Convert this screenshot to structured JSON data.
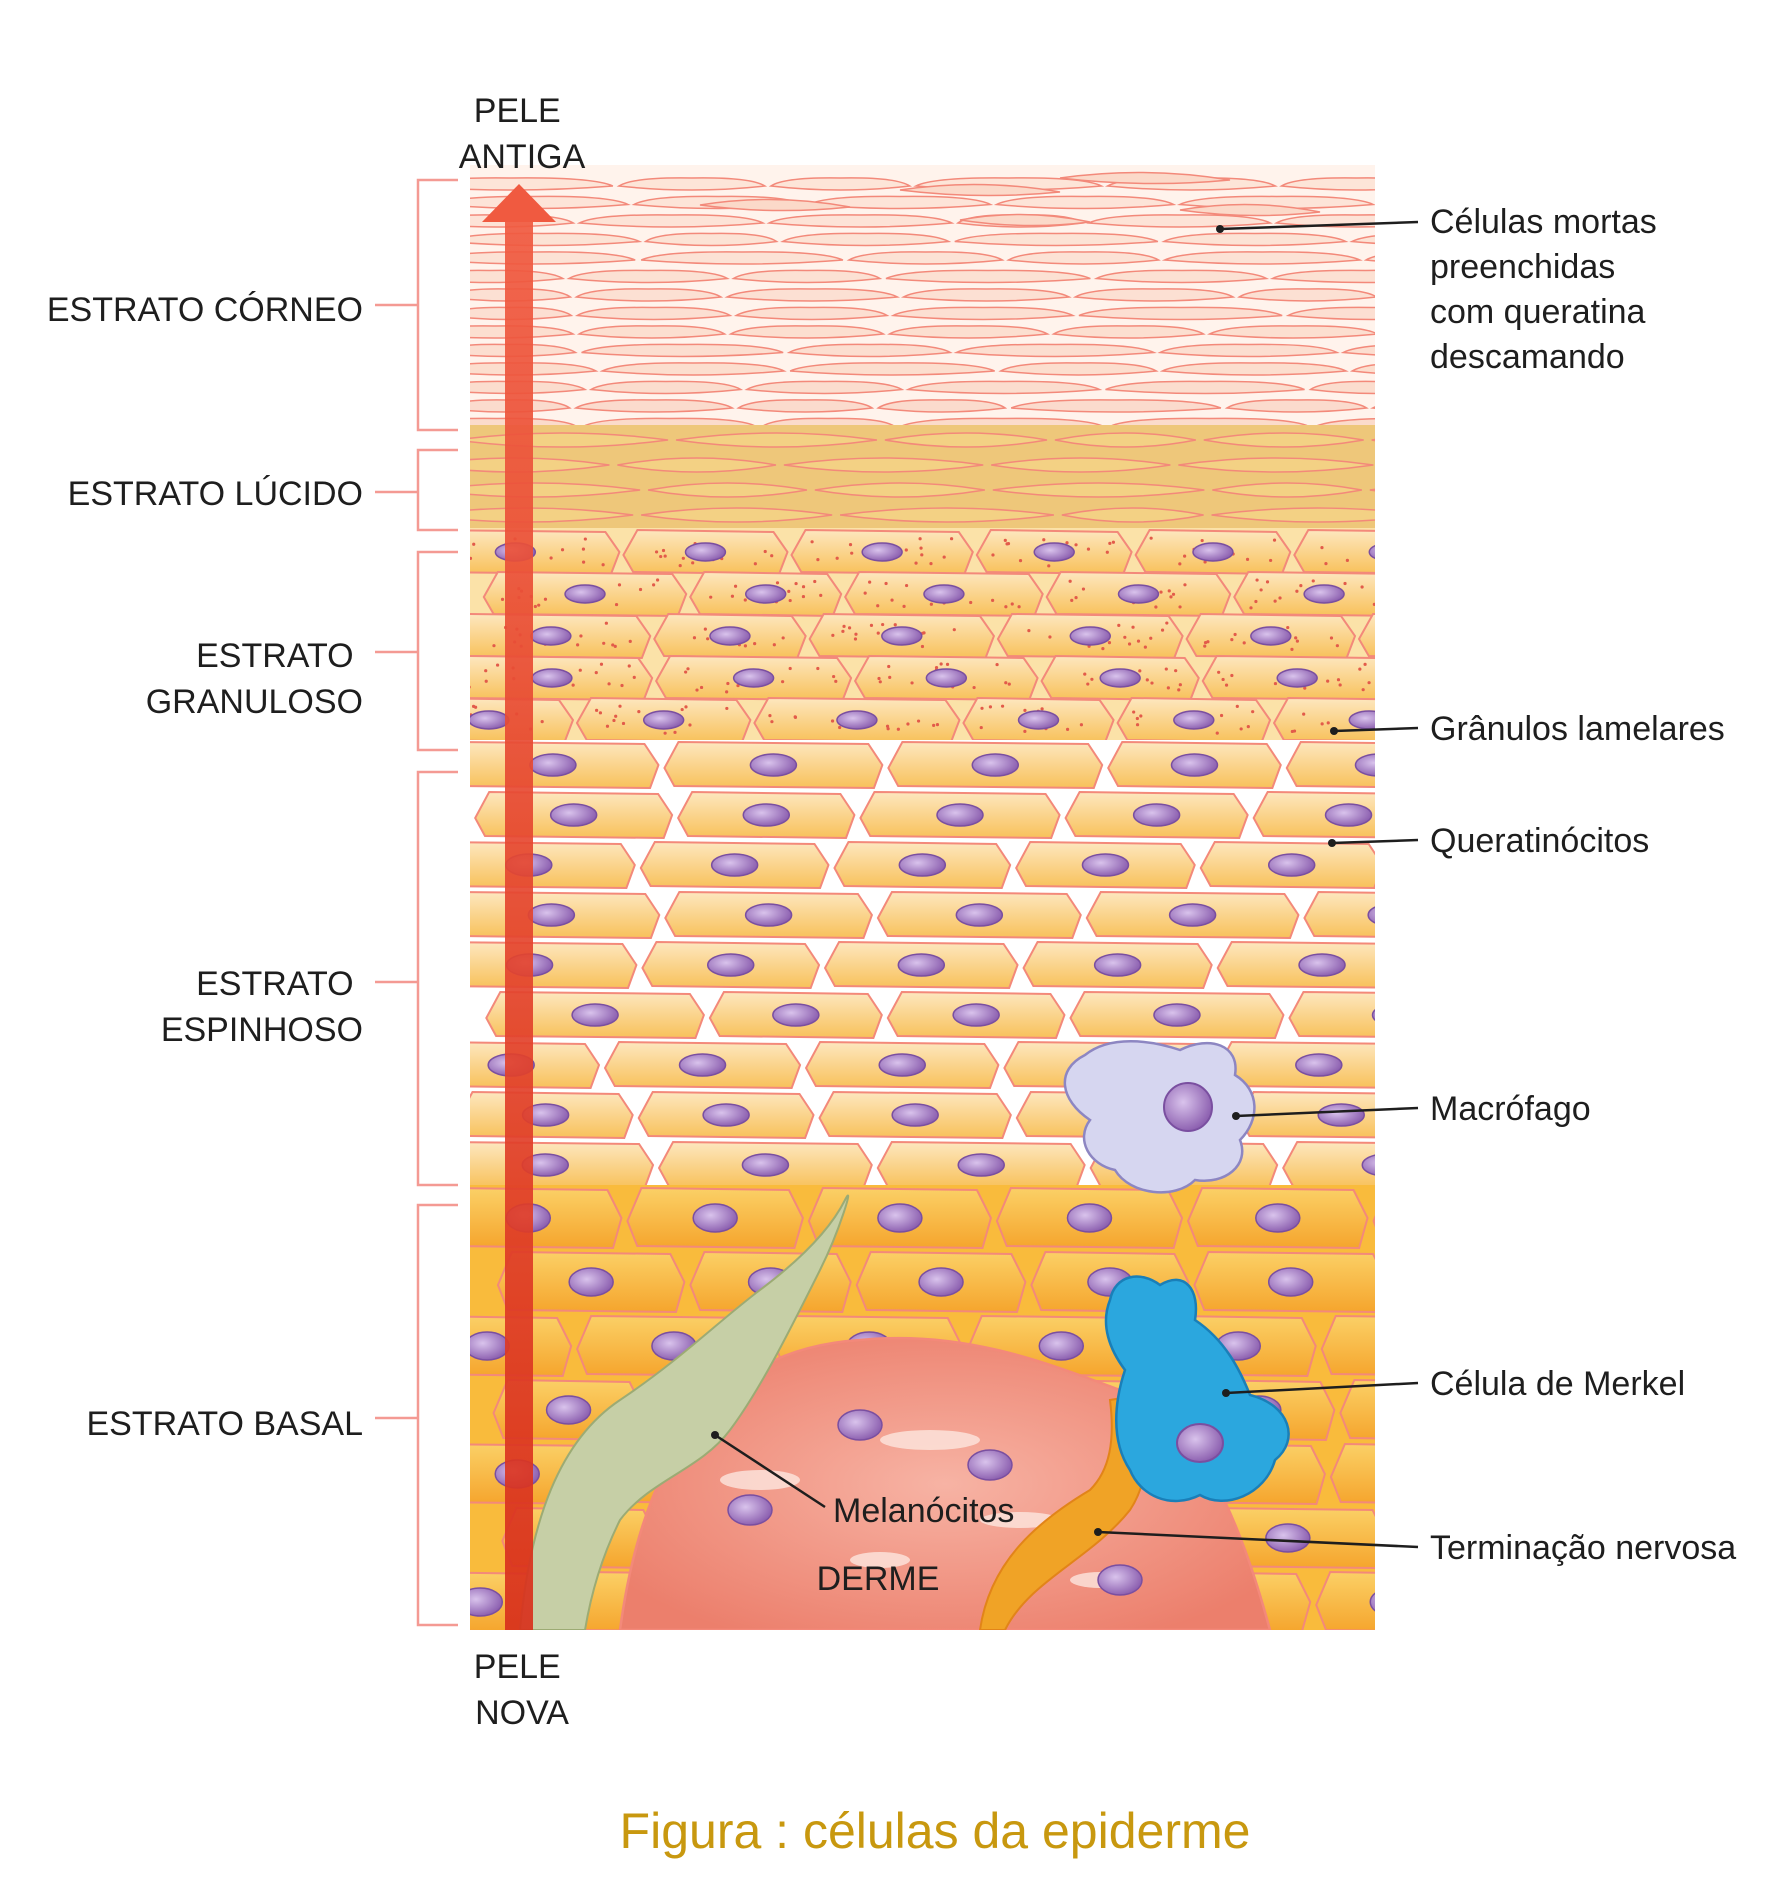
{
  "top_label": [
    "PELE",
    "ANTIGA"
  ],
  "bottom_label": [
    "PELE",
    "NOVA"
  ],
  "layers": {
    "corneo": [
      "ESTRATO CÓRNEO"
    ],
    "lucido": [
      "ESTRATO LÚCIDO"
    ],
    "granuloso": [
      "ESTRATO",
      "GRANULOSO"
    ],
    "espinhoso": [
      "ESTRATO",
      "ESPINHOSO"
    ],
    "basal": [
      "ESTRATO BASAL"
    ]
  },
  "callouts": {
    "celulas_mortas": [
      "Células mortas",
      "preenchidas",
      "com queratina",
      "descamando"
    ],
    "granulos": [
      "Grânulos lamelares"
    ],
    "queratinocitos": [
      "Queratinócitos"
    ],
    "macrofago": [
      "Macrófago"
    ],
    "merkel": [
      "Célula de Merkel"
    ],
    "terminacao": [
      "Terminação nervosa"
    ],
    "melanocitos": [
      "Melanócitos"
    ]
  },
  "derme_label": "DERME",
  "caption": "Figura : células da epiderme",
  "colors": {
    "corneo": "#fbd9c9",
    "lucido": "#eec77a",
    "granuloso": "#fbd38e",
    "espinhoso": "#fcd79a",
    "basal": "#f9bb3c",
    "cell_border": "#f3897a",
    "nucleus": "#a27bc0",
    "arrow": "#e8422c",
    "bracket": "#f49a93",
    "derme": "#f08e7d",
    "melanocyte": "#c6cfa6",
    "macrophage": "#d6d6f0",
    "merkel": "#2ba7de",
    "nerve": "#f0a326",
    "caption": "#c8980f"
  }
}
